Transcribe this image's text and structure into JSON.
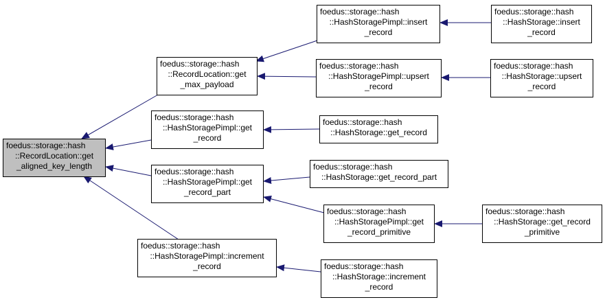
{
  "colors": {
    "edge": "#191970",
    "root_fill": "#bfbfbf",
    "node_fill": "#ffffff",
    "border": "#000000"
  },
  "nodes": {
    "root": {
      "lines": [
        "foedus::storage::hash",
        "::RecordLocation::get",
        "_aligned_key_length"
      ]
    },
    "get_max_payload": {
      "lines": [
        "foedus::storage::hash",
        "::RecordLocation::get",
        "_max_payload"
      ]
    },
    "pimpl_get_record": {
      "lines": [
        "foedus::storage::hash",
        "::HashStoragePimpl::get",
        "_record"
      ]
    },
    "pimpl_get_record_part": {
      "lines": [
        "foedus::storage::hash",
        "::HashStoragePimpl::get",
        "_record_part"
      ]
    },
    "pimpl_increment_record": {
      "lines": [
        "foedus::storage::hash",
        "::HashStoragePimpl::increment",
        "_record"
      ]
    },
    "pimpl_insert_record": {
      "lines": [
        "foedus::storage::hash",
        "::HashStoragePimpl::insert",
        "_record"
      ]
    },
    "pimpl_upsert_record": {
      "lines": [
        "foedus::storage::hash",
        "::HashStoragePimpl::upsert",
        "_record"
      ]
    },
    "storage_get_record": {
      "lines": [
        "foedus::storage::hash",
        "::HashStorage::get_record"
      ]
    },
    "storage_get_record_part": {
      "lines": [
        "foedus::storage::hash",
        "::HashStorage::get_record_part"
      ]
    },
    "pimpl_get_record_primitive": {
      "lines": [
        "foedus::storage::hash",
        "::HashStoragePimpl::get",
        "_record_primitive"
      ]
    },
    "storage_increment_record": {
      "lines": [
        "foedus::storage::hash",
        "::HashStorage::increment",
        "_record"
      ]
    },
    "storage_insert_record": {
      "lines": [
        "foedus::storage::hash",
        "::HashStorage::insert",
        "_record"
      ]
    },
    "storage_upsert_record": {
      "lines": [
        "foedus::storage::hash",
        "::HashStorage::upsert",
        "_record"
      ]
    },
    "storage_get_record_primitive": {
      "lines": [
        "foedus::storage::hash",
        "::HashStorage::get_record",
        "_primitive"
      ]
    }
  }
}
